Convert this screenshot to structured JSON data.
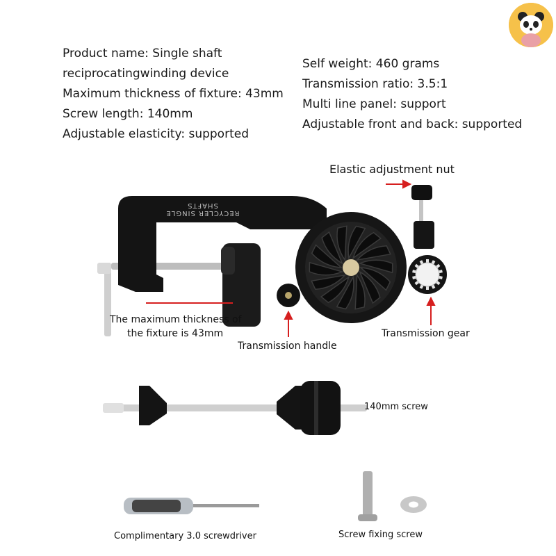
{
  "specs_left": [
    "Product name: Single shaft",
    "reciprocatingwinding device",
    "Maximum thickness of fixture: 43mm",
    "Screw length: 140mm",
    "Adjustable elasticity: supported"
  ],
  "specs_right": [
    "Self weight: 460 grams",
    "Transmission ratio: 3.5:1",
    "Multi line panel: support",
    "Adjustable front and back: supported"
  ],
  "callouts": {
    "elastic_nut": "Elastic adjustment nut",
    "fixture_line1": "The maximum thickness of",
    "fixture_line2": "the fixture is 43mm",
    "handle": "Transmission handle",
    "gear": "Transmission gear",
    "screw": "140mm screw",
    "screwdriver": "Complimentary 3.0 screwdriver",
    "fixing_screw": "Screw fixing screw"
  },
  "device_brand": {
    "line1": "RECYCLER SINGLE",
    "line2": "SHAFTS"
  },
  "colors": {
    "arrow": "#d61f1f",
    "body": "#141414",
    "metal": "#c9c9c9",
    "logo_bg": "#f6c14a"
  }
}
